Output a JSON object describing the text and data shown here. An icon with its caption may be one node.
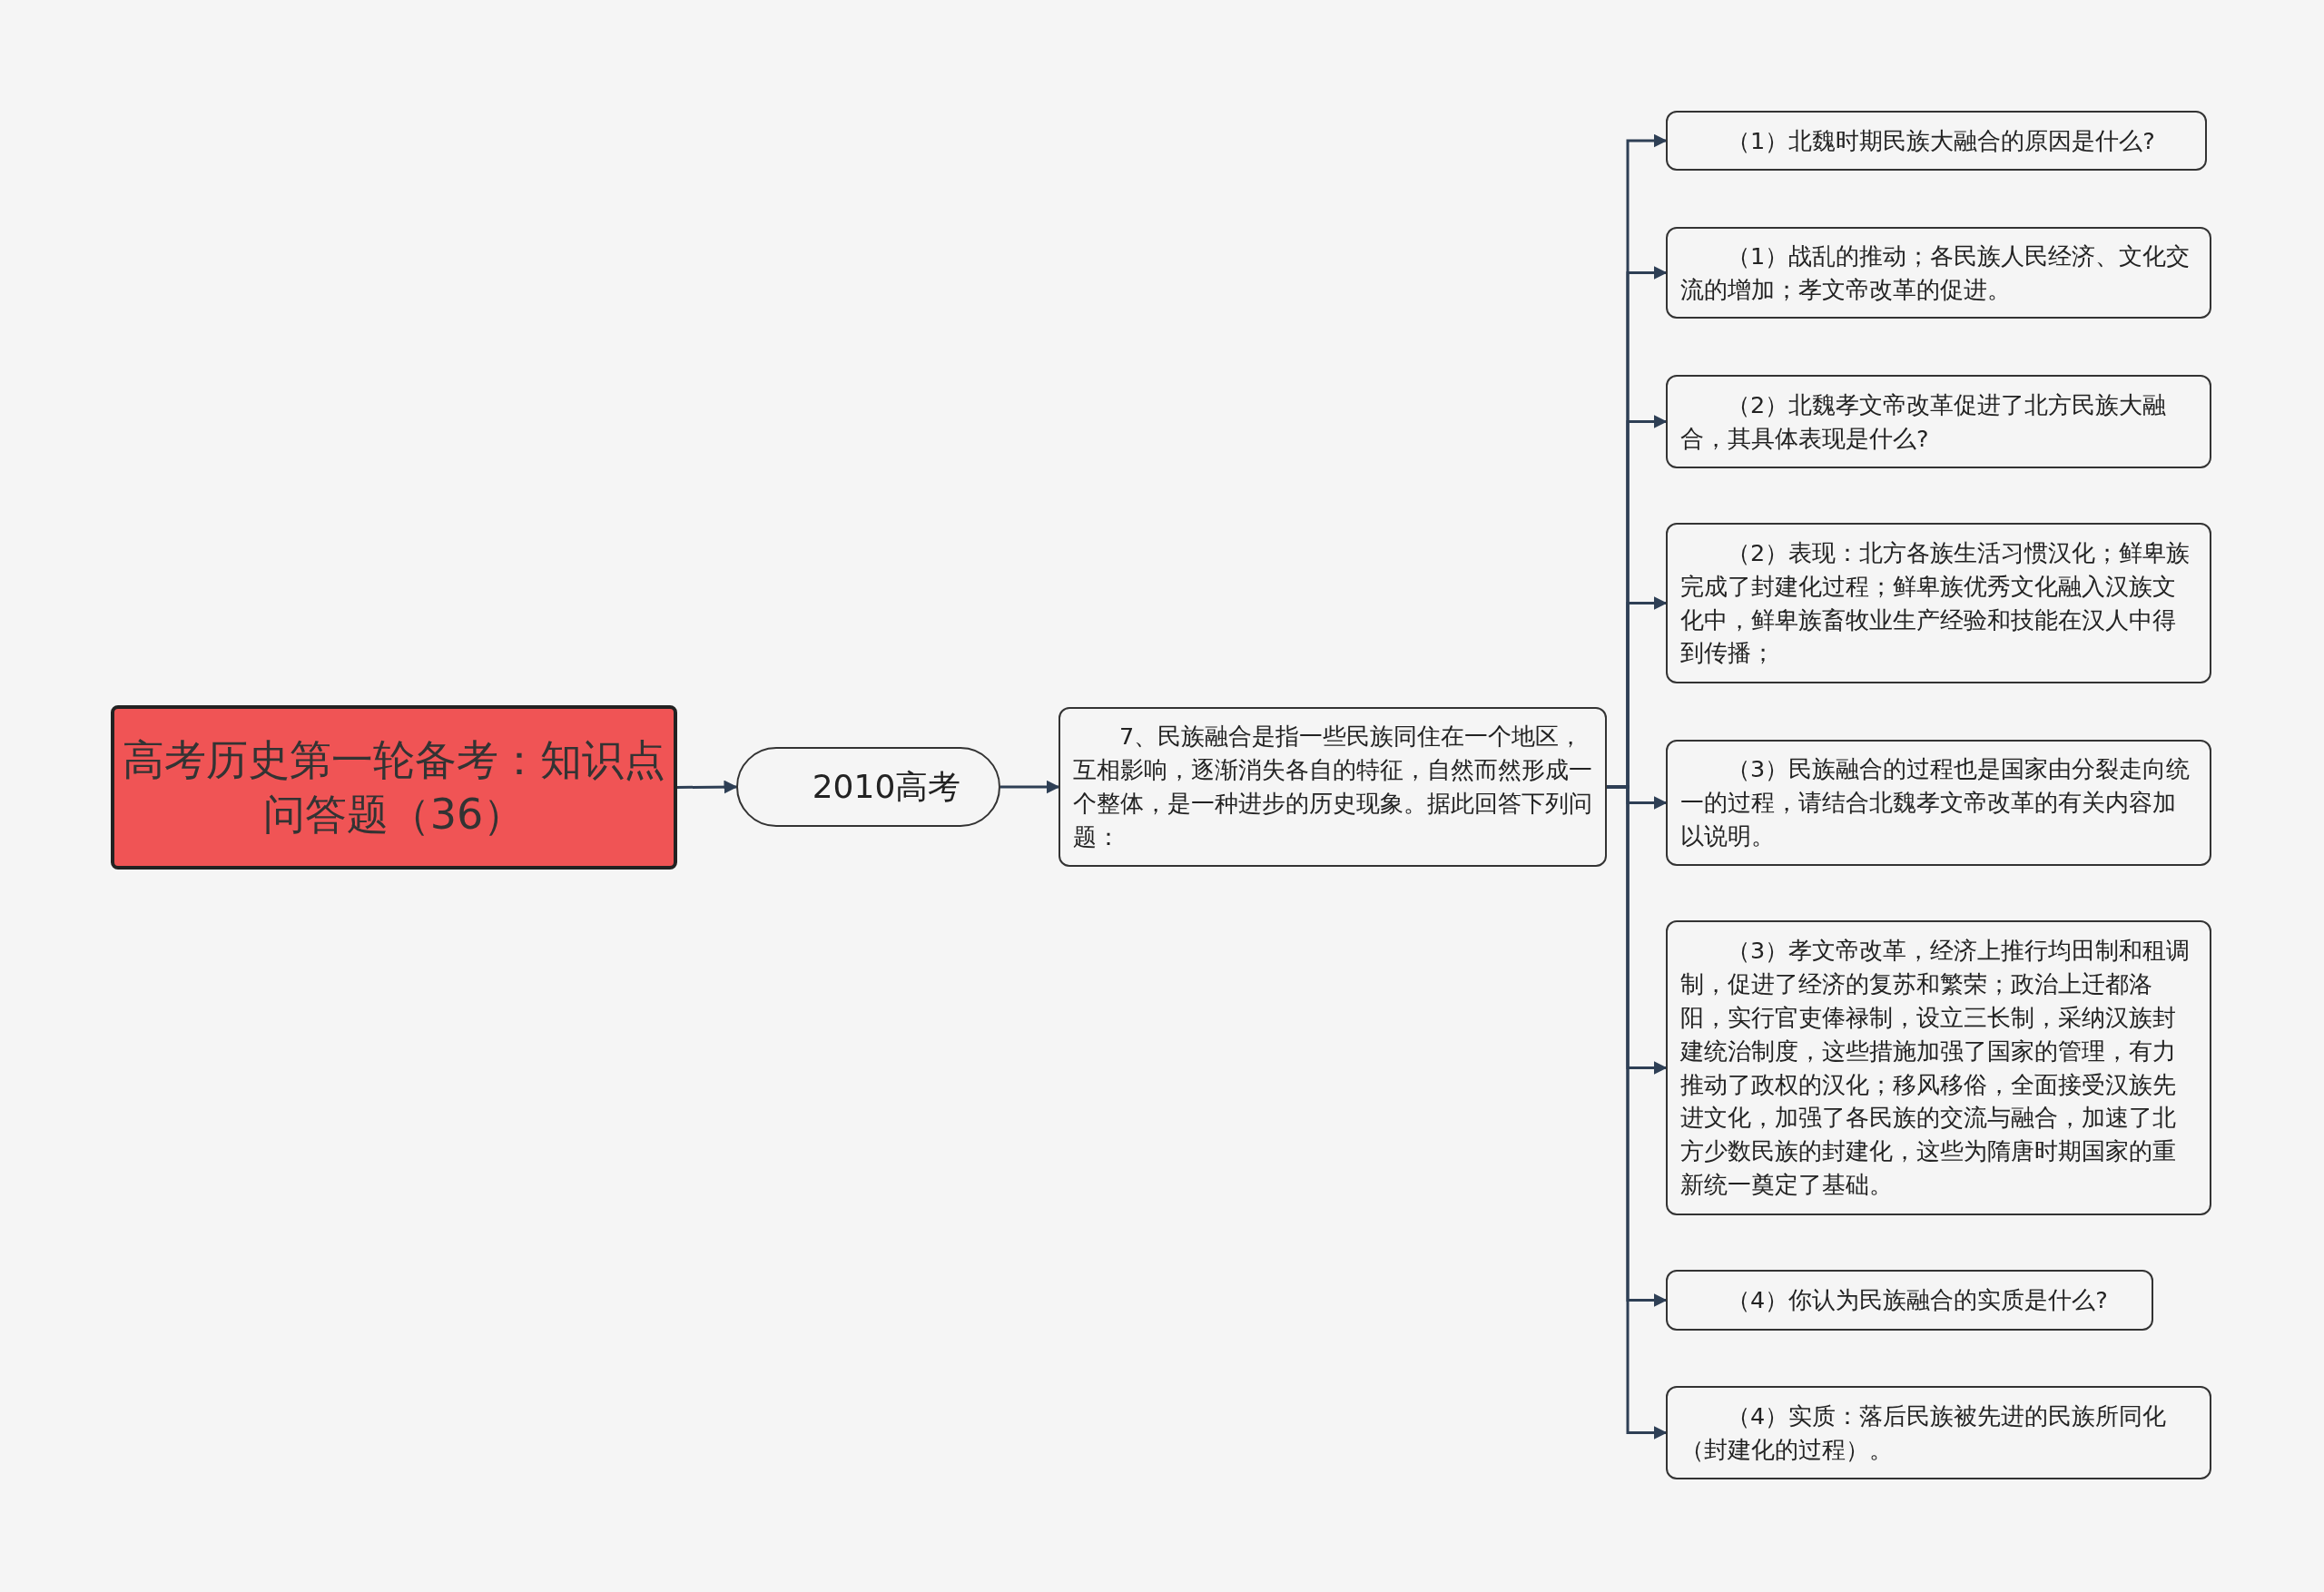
{
  "diagram": {
    "nodes": [
      {
        "text": [
          "高考历史第一轮备考：知识点问答题（36）"
        ]
      },
      {
        "text": [
          "2010高考"
        ]
      },
      {
        "text": [
          "7、民族融合是指一些民族同住在一个地区，互相影响，逐渐消失各自的特征，自然而然形成一个整体，是一种进步的历史现象。据此回答下列问题："
        ]
      },
      {
        "text": [
          "（1）北魏时期民族大融合的原因是什么?"
        ]
      },
      {
        "text": [
          "（1）战乱的推动；各民族人民经济、文化交流的增加；孝文帝改革的促进。"
        ]
      },
      {
        "text": [
          "（2）北魏孝文帝改革促进了北方民族大融合，其具体表现是什么?"
        ]
      },
      {
        "text": [
          "（2）表现：北方各族生活习惯汉化；鲜卑族完成了封建化过程；鲜卑族优秀文化融入汉族文化中，鲜卑族畜牧业生产经验和技能在汉人中得到传播；"
        ]
      },
      {
        "text": [
          "（3）民族融合的过程也是国家由分裂走向统一的过程，请结合北魏孝文帝改革的有关内容加以说明。"
        ]
      },
      {
        "text": [
          "（3）孝文帝改革，经济上推行均田制和租调制，促进了经济的复苏和繁荣；政治上迁都洛阳，实行官吏俸禄制，设立三长制，采纳汉族封建统治制度，这些措施加强了国家的管理，有力推动了政权的汉化；移风移俗，全面接受汉族先进文化，加强了各民族的交流与融合，加速了北方少数民族的封建化，这些为隋唐时期国家的重新统一奠定了基础。"
        ]
      },
      {
        "text": [
          "（4）你认为民族融合的实质是什么?"
        ]
      },
      {
        "text": [
          "（4）实质：落后民族被先进的民族所同化（封建化的过程）。"
        ]
      }
    ],
    "edges": [
      {
        "from": 0,
        "to": 1,
        "arrow": "to"
      },
      {
        "from": 1,
        "to": 2,
        "arrow": "to"
      },
      {
        "from": 2,
        "to": 3,
        "arrow": "to"
      },
      {
        "from": 2,
        "to": 4,
        "arrow": "to"
      },
      {
        "from": 2,
        "to": 5,
        "arrow": "to"
      },
      {
        "from": 2,
        "to": 6,
        "arrow": "to"
      },
      {
        "from": 2,
        "to": 7,
        "arrow": "to"
      },
      {
        "from": 2,
        "to": 8,
        "arrow": "to"
      },
      {
        "from": 2,
        "to": 9,
        "arrow": "to"
      },
      {
        "from": 2,
        "to": 10,
        "arrow": "to"
      }
    ]
  }
}
